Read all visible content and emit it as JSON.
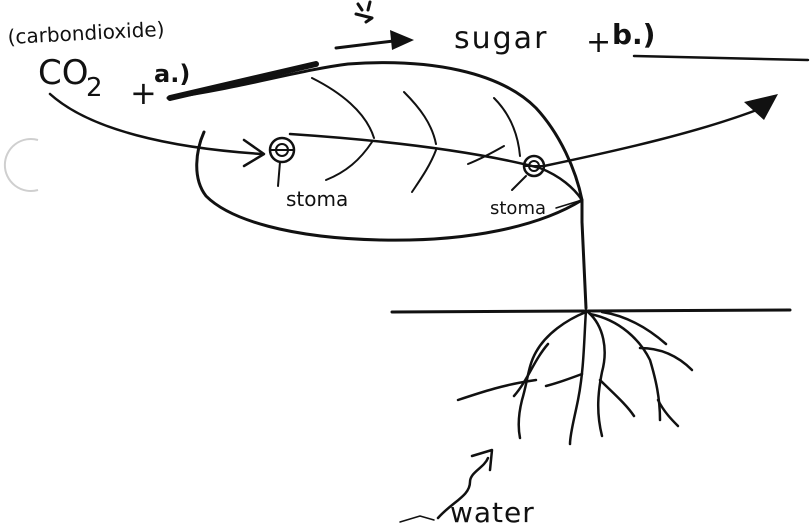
{
  "labels": {
    "carbon_dioxide": "(carbondioxide)",
    "co2": "CO",
    "co2_sub": "2",
    "plus_a": "+",
    "a_blank": "a.)",
    "sugar": "sugar",
    "plus_b": "+",
    "b_blank": "b.)",
    "stoma_left": "stoma",
    "stoma_right": "stoma",
    "water": "water"
  },
  "colors": {
    "ink": "#111111",
    "background": "#ffffff"
  }
}
